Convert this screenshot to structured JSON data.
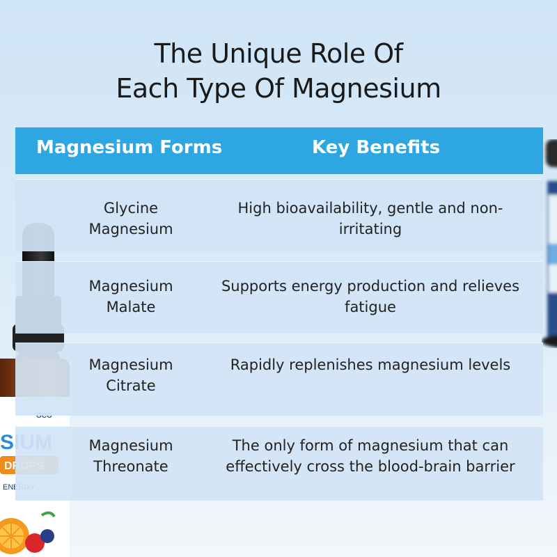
{
  "title": {
    "line1": "The Unique Role Of",
    "line2": "Each Type Of Magnesium"
  },
  "table": {
    "headers": [
      "Magnesium Forms",
      "Key Benefits"
    ],
    "rows": [
      {
        "form": "Glycine Magnesium",
        "benefit": "High bioavailability, gentle and non-irritating"
      },
      {
        "form": "Magnesium Malate",
        "benefit": "Supports energy production and relieves fatigue"
      },
      {
        "form": "Magnesium Citrate",
        "benefit": "Rapidly replenishes magnesium levels"
      },
      {
        "form": "Magnesium Threonate",
        "benefit": "The only form of magnesium that can effectively cross the blood-brain barrier"
      }
    ]
  },
  "bottle_label": {
    "brand": "GCO",
    "name": "SIUM",
    "sub": "DROPS",
    "tag": "ENERGY"
  },
  "colors": {
    "header_bg": "#2ea6e2",
    "row_bg": "#d1e4f5",
    "bottle_glass": "#8a3a12",
    "accent_orange": "#f08a1c"
  }
}
